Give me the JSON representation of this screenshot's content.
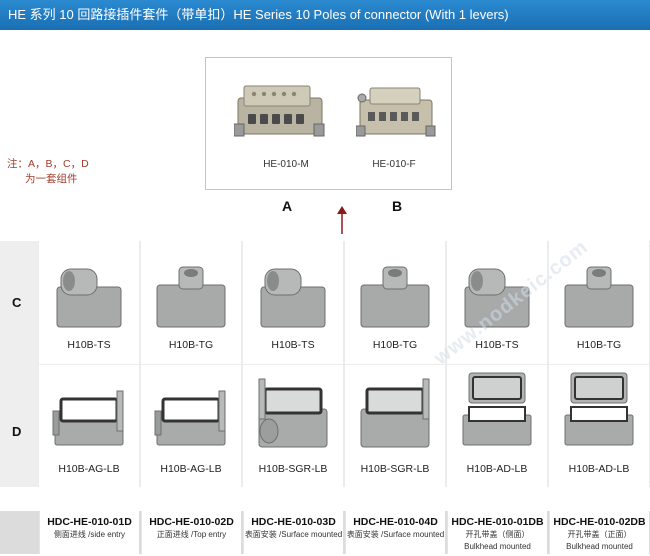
{
  "title": "HE 系列 10 回路接插件套件（带单扣）HE Series 10 Poles of connector (With 1 levers)",
  "top": {
    "connectors": [
      {
        "label": "HE-010-M",
        "letter": "A"
      },
      {
        "label": "HE-010-F",
        "letter": "B"
      }
    ]
  },
  "note": {
    "line1": "注：A，B，C，D",
    "line2": "为一套组件"
  },
  "rows": [
    {
      "letter": "C",
      "items": [
        "H10B-TS",
        "H10B-TG",
        "H10B-TS",
        "H10B-TG",
        "H10B-TS",
        "H10B-TG"
      ]
    },
    {
      "letter": "D",
      "items": [
        "H10B-AG-LB",
        "H10B-AG-LB",
        "H10B-SGR-LB",
        "H10B-SGR-LB",
        "H10B-AD-LB",
        "H10B-AD-LB"
      ]
    }
  ],
  "footer": [
    {
      "code": "HDC-HE-010-01D",
      "desc1": "侧面进线 /side entry",
      "desc2": ""
    },
    {
      "code": "HDC-HE-010-02D",
      "desc1": "正面进线 /Top entry",
      "desc2": ""
    },
    {
      "code": "HDC-HE-010-03D",
      "desc1": "表面安装 /Surface mounted",
      "desc2": ""
    },
    {
      "code": "HDC-HE-010-04D",
      "desc1": "表面安装 /Surface mounted",
      "desc2": ""
    },
    {
      "code": "HDC-HE-010-01DB",
      "desc1": "开孔带盖（侧面）",
      "desc2": "Bulkhead mounted"
    },
    {
      "code": "HDC-HE-010-02DB",
      "desc1": "开孔带盖（正面）",
      "desc2": "Bulkhead mounted"
    }
  ],
  "watermark": "www.nodkeic.com",
  "colors": {
    "title_bar": "#1a6fb3",
    "note_text": "#a23c2c",
    "arrow": "#8b1a1a"
  }
}
